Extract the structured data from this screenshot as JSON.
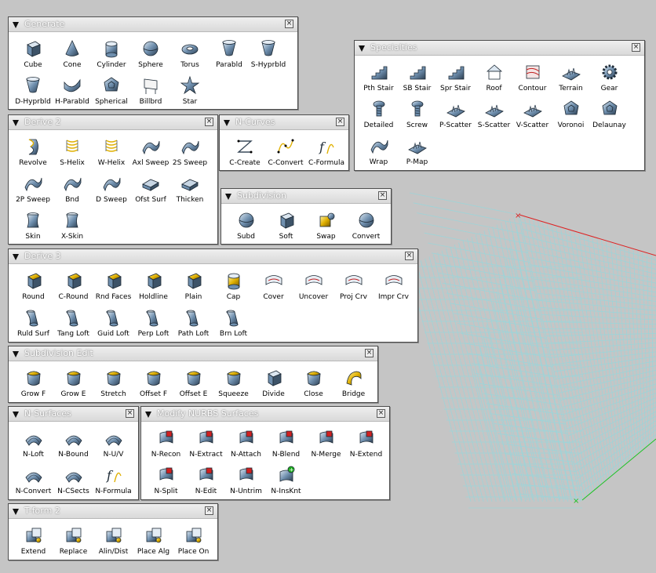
{
  "colors": {
    "window_bg": "#ffffff",
    "titlebar": "#e6e6e6",
    "viewport_bg": "#c5c5c5",
    "grid_line": "#9ed4d8",
    "x_axis": "#e02020",
    "y_axis": "#20c020",
    "icon_gold": "#e0b000",
    "icon_steel": "#6f8fae"
  },
  "palettes": [
    {
      "id": "generate",
      "title": "Generate",
      "tools": [
        {
          "label": "Cube",
          "icon": "cube-icon"
        },
        {
          "label": "Cone",
          "icon": "cone-icon"
        },
        {
          "label": "Cylinder",
          "icon": "cylinder-icon"
        },
        {
          "label": "Sphere",
          "icon": "sphere-icon"
        },
        {
          "label": "Torus",
          "icon": "torus-icon"
        },
        {
          "label": "Parabld",
          "icon": "paraboloid-icon"
        },
        {
          "label": "S-Hyprbld",
          "icon": "hyperboloid-icon"
        },
        {
          "label": "D-Hyprbld",
          "icon": "hyperboloid-icon"
        },
        {
          "label": "H-Parabld",
          "icon": "saddle-icon"
        },
        {
          "label": "Spherical",
          "icon": "polyhedron-icon"
        },
        {
          "label": "Billbrd",
          "icon": "billboard-icon"
        },
        {
          "label": "Star",
          "icon": "star-icon"
        }
      ]
    },
    {
      "id": "derive2",
      "title": "Derive 2",
      "tools": [
        {
          "label": "Revolve",
          "icon": "revolve-icon"
        },
        {
          "label": "S-Helix",
          "icon": "helix-icon"
        },
        {
          "label": "W-Helix",
          "icon": "helix-icon"
        },
        {
          "label": "Axl Sweep",
          "icon": "sweep-icon"
        },
        {
          "label": "2S Sweep",
          "icon": "sweep-icon"
        },
        {
          "label": "2P Sweep",
          "icon": "sweep-icon"
        },
        {
          "label": "Bnd",
          "icon": "bend-icon"
        },
        {
          "label": "D Sweep",
          "icon": "sweep-icon"
        },
        {
          "label": "Ofst Surf",
          "icon": "offset-surface-icon"
        },
        {
          "label": "Thicken",
          "icon": "thicken-icon"
        },
        {
          "label": "Skin",
          "icon": "skin-icon"
        },
        {
          "label": "X-Skin",
          "icon": "skin-icon"
        }
      ]
    },
    {
      "id": "ncurves",
      "title": "N-Curves",
      "tools": [
        {
          "label": "C-Create",
          "icon": "curve-create-icon"
        },
        {
          "label": "C-Convert",
          "icon": "curve-convert-icon"
        },
        {
          "label": "C-Formula",
          "icon": "formula-icon"
        }
      ]
    },
    {
      "id": "subdivision",
      "title": "Subdivision",
      "tools": [
        {
          "label": "Subd",
          "icon": "subd-icon"
        },
        {
          "label": "Soft",
          "icon": "soft-cube-icon"
        },
        {
          "label": "Swap",
          "icon": "swap-icon"
        },
        {
          "label": "Convert",
          "icon": "convert-sphere-icon"
        }
      ]
    },
    {
      "id": "specialties",
      "title": "Specialties",
      "tools": [
        {
          "label": "Pth Stair",
          "icon": "stair-icon"
        },
        {
          "label": "SB Stair",
          "icon": "stair-icon"
        },
        {
          "label": "Spr Stair",
          "icon": "spiral-stair-icon"
        },
        {
          "label": "Roof",
          "icon": "roof-icon"
        },
        {
          "label": "Contour",
          "icon": "contour-icon"
        },
        {
          "label": "Terrain",
          "icon": "terrain-icon"
        },
        {
          "label": "Gear",
          "icon": "gear-icon"
        },
        {
          "label": "Detailed",
          "icon": "bolt-icon"
        },
        {
          "label": "Screw",
          "icon": "screw-icon"
        },
        {
          "label": "P-Scatter",
          "icon": "scatter-icon"
        },
        {
          "label": "S-Scatter",
          "icon": "scatter-icon"
        },
        {
          "label": "V-Scatter",
          "icon": "scatter-icon"
        },
        {
          "label": "Voronoi",
          "icon": "voronoi-icon"
        },
        {
          "label": "Delaunay",
          "icon": "delaunay-icon"
        },
        {
          "label": "Wrap",
          "icon": "wrap-icon"
        },
        {
          "label": "P-Map",
          "icon": "map-icon"
        }
      ]
    },
    {
      "id": "derive3",
      "title": "Derive 3",
      "tools": [
        {
          "label": "Round",
          "icon": "round-edge-icon"
        },
        {
          "label": "C-Round",
          "icon": "round-edge-icon"
        },
        {
          "label": "Rnd Faces",
          "icon": "round-faces-icon"
        },
        {
          "label": "Holdline",
          "icon": "holdline-icon"
        },
        {
          "label": "Plain",
          "icon": "plain-edge-icon"
        },
        {
          "label": "Cap",
          "icon": "cap-icon"
        },
        {
          "label": "Cover",
          "icon": "cover-icon"
        },
        {
          "label": "Uncover",
          "icon": "uncover-icon"
        },
        {
          "label": "Proj Crv",
          "icon": "project-curve-icon"
        },
        {
          "label": "Impr Crv",
          "icon": "imprint-curve-icon"
        },
        {
          "label": "Ruld Surf",
          "icon": "loft-icon"
        },
        {
          "label": "Tang Loft",
          "icon": "loft-icon"
        },
        {
          "label": "Guid Loft",
          "icon": "loft-icon"
        },
        {
          "label": "Perp Loft",
          "icon": "loft-icon"
        },
        {
          "label": "Path Loft",
          "icon": "loft-icon"
        },
        {
          "label": "Brn Loft",
          "icon": "loft-icon"
        }
      ]
    },
    {
      "id": "subdedit",
      "title": "Subdivision Edit",
      "tools": [
        {
          "label": "Grow F",
          "icon": "grow-face-icon"
        },
        {
          "label": "Grow E",
          "icon": "grow-edge-icon"
        },
        {
          "label": "Stretch",
          "icon": "stretch-icon"
        },
        {
          "label": "Offset F",
          "icon": "offset-face-icon"
        },
        {
          "label": "Offset E",
          "icon": "offset-edge-icon"
        },
        {
          "label": "Squeeze",
          "icon": "squeeze-icon"
        },
        {
          "label": "Divide",
          "icon": "divide-icon"
        },
        {
          "label": "Close",
          "icon": "close-shape-icon"
        },
        {
          "label": "Bridge",
          "icon": "bridge-icon"
        }
      ]
    },
    {
      "id": "nsurfaces",
      "title": "N-Surfaces",
      "tools": [
        {
          "label": "N-Loft",
          "icon": "nurbs-loft-icon"
        },
        {
          "label": "N-Bound",
          "icon": "nurbs-bound-icon"
        },
        {
          "label": "N-U/V",
          "icon": "nurbs-uv-icon"
        },
        {
          "label": "N-Convert",
          "icon": "nurbs-convert-icon"
        },
        {
          "label": "N-CSects",
          "icon": "cross-sections-icon"
        },
        {
          "label": "N-Formula",
          "icon": "nurbs-formula-icon"
        }
      ]
    },
    {
      "id": "modifynurbs",
      "title": "Modify NURBS Surfaces",
      "tools": [
        {
          "label": "N-Recon",
          "icon": "reconstruct-icon"
        },
        {
          "label": "N-Extract",
          "icon": "extract-icon"
        },
        {
          "label": "N-Attach",
          "icon": "attach-icon"
        },
        {
          "label": "N-Blend",
          "icon": "blend-icon"
        },
        {
          "label": "N-Merge",
          "icon": "merge-icon"
        },
        {
          "label": "N-Extend",
          "icon": "extend-surface-icon"
        },
        {
          "label": "N-Split",
          "icon": "split-icon"
        },
        {
          "label": "N-Edit",
          "icon": "edit-icon"
        },
        {
          "label": "N-Untrim",
          "icon": "untrim-icon"
        },
        {
          "label": "N-InsKnt",
          "icon": "insert-knot-icon"
        }
      ]
    },
    {
      "id": "tform2",
      "title": "T-form 2",
      "tools": [
        {
          "label": "Extend",
          "icon": "extend-icon"
        },
        {
          "label": "Replace",
          "icon": "replace-icon"
        },
        {
          "label": "Alin/Dist",
          "icon": "align-icon"
        },
        {
          "label": "Place Alg",
          "icon": "place-along-icon"
        },
        {
          "label": "Place On",
          "icon": "place-on-icon"
        }
      ]
    }
  ]
}
